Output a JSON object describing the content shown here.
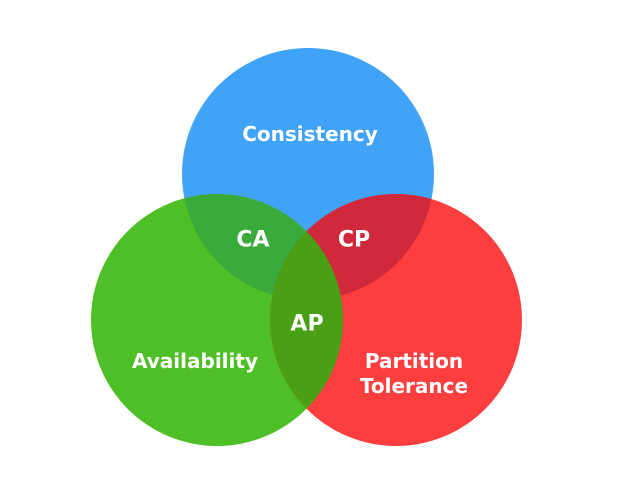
{
  "diagram": {
    "sets": [
      {
        "id": "c",
        "label": "Consistency",
        "color": "#40A3F7"
      },
      {
        "id": "a",
        "label": "Availability",
        "color": "#4FBF27"
      },
      {
        "id": "p",
        "label_line1": "Partition",
        "label_line2": "Tolerance",
        "color": "#FC3E3F"
      }
    ],
    "intersections": {
      "ca": {
        "label": "CA",
        "color": "#3AAA3B"
      },
      "cp": {
        "label": "CP",
        "color": "#D0293C"
      },
      "ap": {
        "label": "AP",
        "color": "#4AA014"
      }
    }
  }
}
